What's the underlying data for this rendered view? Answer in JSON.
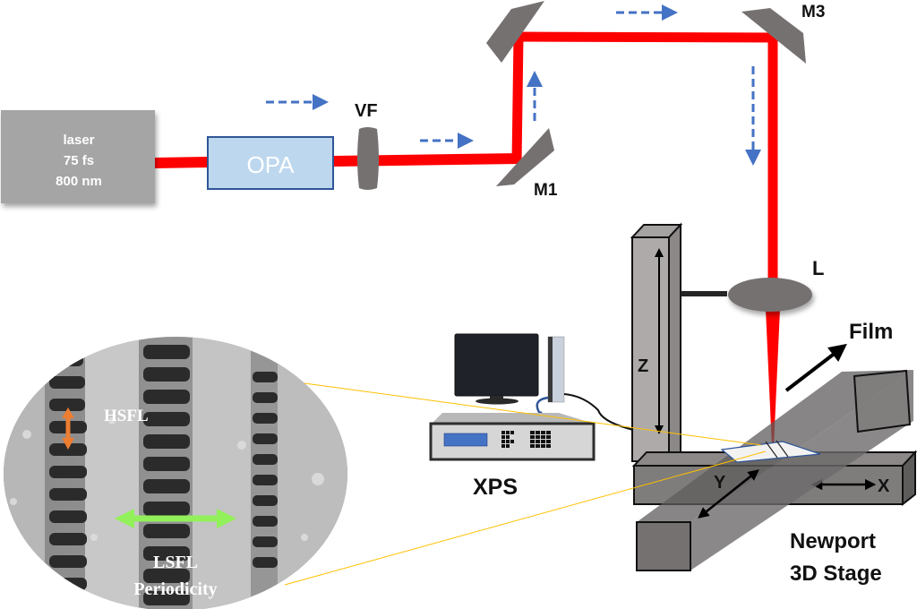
{
  "figure": {
    "type": "optical-setup-schematic",
    "beam_color": "#ff0000",
    "flow_arrow_color": "#4472c4",
    "component_color": "#767171",
    "zoom_line_color": "#ffc000"
  },
  "laser": {
    "line1": "laser",
    "line2": "75 fs",
    "line3": "800 nm",
    "fill": "#a5a5a5"
  },
  "opa": {
    "label": "OPA",
    "fill": "#bdd7ee",
    "border": "#2f5597"
  },
  "labels": {
    "vf": "VF",
    "m1": "M1",
    "m3": "M3",
    "lens": "L",
    "film": "Film",
    "xps": "XPS",
    "z_axis": "Z",
    "y_axis": "Y",
    "x_axis": "X",
    "stage_line1": "Newport",
    "stage_line2": "3D Stage"
  },
  "sem_inset": {
    "hsfl": "HSFL",
    "lsfl_line1": "LSFL",
    "lsfl_line2": "Periodicity",
    "hsfl_arrow_color": "#ed7d31",
    "lsfl_arrow_color": "#92f05a"
  }
}
